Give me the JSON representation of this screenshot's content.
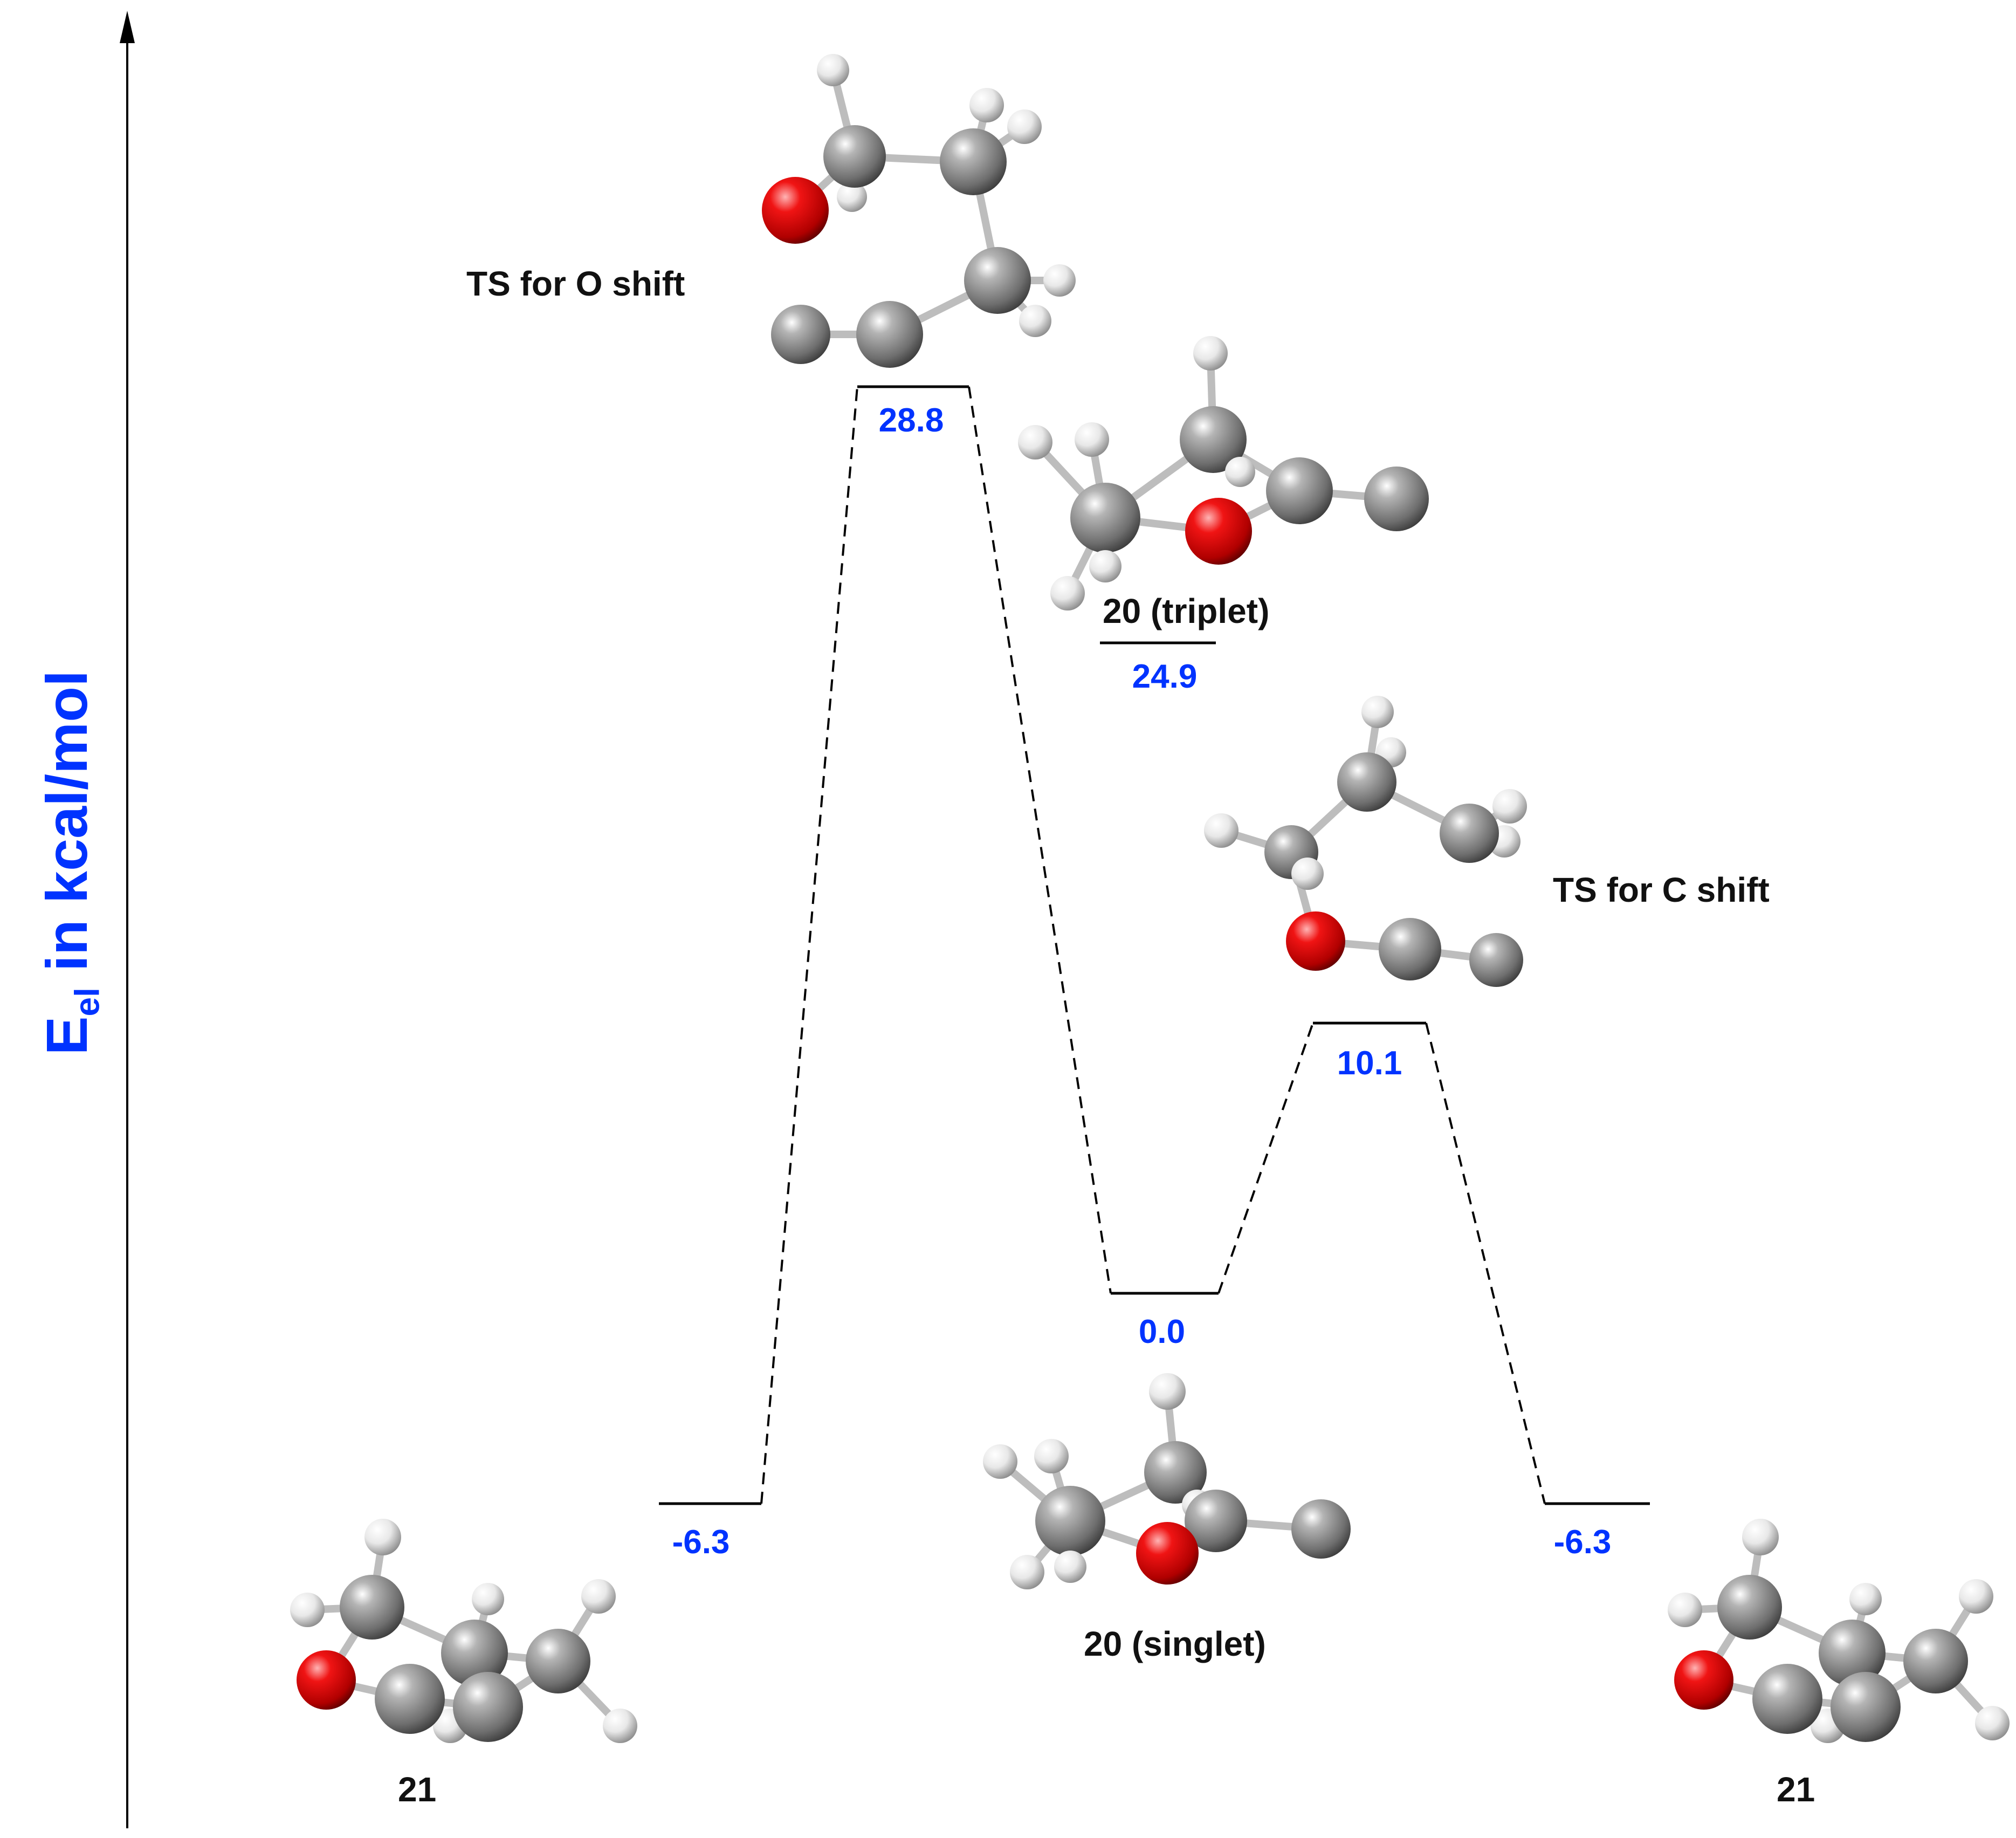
{
  "axis": {
    "label_main": "E",
    "label_sub": "el",
    "label_rest": " in kcal/mol",
    "label_color": "#0033ff"
  },
  "levels": [
    {
      "id": "lvl-21-left",
      "energy": "-6.3"
    },
    {
      "id": "lvl-ts-o-shift",
      "energy": "28.8"
    },
    {
      "id": "lvl-20-triplet",
      "energy": "24.9"
    },
    {
      "id": "lvl-20-singlet",
      "energy": "0.0"
    },
    {
      "id": "lvl-ts-c-shift",
      "energy": "10.1"
    },
    {
      "id": "lvl-21-right",
      "energy": "-6.3"
    }
  ],
  "species_labels": {
    "ts_o_shift": "TS for O shift",
    "triplet_20": "20 (triplet)",
    "ts_c_shift": "TS for C shift",
    "singlet_20": "20 (singlet)",
    "product_21_left": "21",
    "product_21_right": "21"
  },
  "colors": {
    "energy_value": "#0033ff",
    "text": "#111111",
    "line": "#000000",
    "oxygen": "#e00000",
    "carbon": "#8c8c8c",
    "hydrogen": "#e6e6e6"
  }
}
